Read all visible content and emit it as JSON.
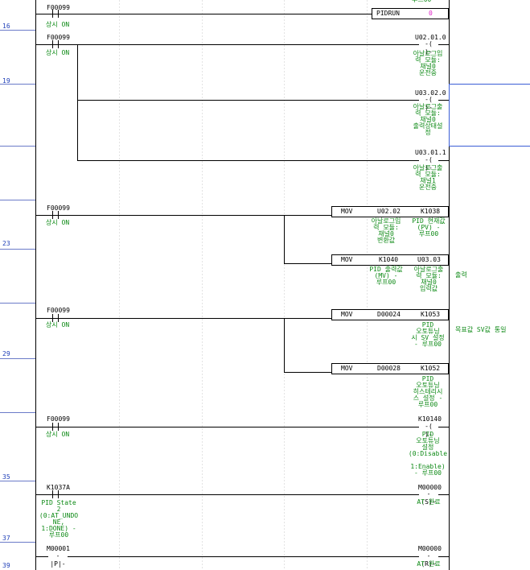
{
  "ladder": {
    "line_numbers": [
      "16",
      "19",
      "23",
      "29",
      "35",
      "37",
      "39"
    ],
    "rung16": {
      "contact": "F00099",
      "contact_comment": "상시 ON",
      "box_label": "PIDRUN",
      "box_value": "0"
    },
    "rung19": {
      "contact": "F00099",
      "contact_comment": "상시 ON",
      "coil1": {
        "device": "U02.01.0",
        "comment": "아날로그입\n력 모듈:\n채널0\n운전중"
      },
      "coil2": {
        "device": "U03.02.0",
        "comment": "아날로그출\n력 모듈:\n채널0\n출력상태설\n정"
      },
      "coil3": {
        "device": "U03.01.1",
        "comment": "아날로그출\n력 모듈:\n채널1\n운전중"
      }
    },
    "rung23": {
      "contact": "F00099",
      "contact_comment": "상시 ON",
      "mov1": {
        "op": "MOV",
        "src": "U02.02",
        "dst": "K1038",
        "src_comment": "아날로그입\n력 모듈:\n채널0\n변환값",
        "dst_comment": "PID 현재값\n(PV) -\n루프00"
      },
      "mov2": {
        "op": "MOV",
        "src": "K1040",
        "dst": "U03.03",
        "src_comment": "PID 출력값\n(MV) -\n루프00",
        "dst_comment": "아날로그출\n력 모듈:\n채널0\n입력값"
      },
      "side_comment": "출력"
    },
    "rung29": {
      "contact": "F00099",
      "contact_comment": "상시 ON",
      "mov1": {
        "op": "MOV",
        "src": "D00024",
        "dst": "K1053",
        "dst_comment": "PID\n오토튜닝\n시 SV 설정\n- 루프00"
      },
      "mov2": {
        "op": "MOV",
        "src": "D00028",
        "dst": "K1052",
        "dst_comment": "PID\n오토튜닝\n히스테리시\n스 설정 -\n루프00"
      },
      "side_comment": "목표값 SV값 통일"
    },
    "rung35": {
      "contact": "F00099",
      "contact_comment": "상시 ON",
      "coil": {
        "device": "K10140",
        "comment": "PID\n오토튜닝\n설정\n(0:Disable\n\n1:Enable)\n- 루프00"
      }
    },
    "rung37": {
      "contact": "K1037A",
      "contact_comment": "PID State\n2\n(0:AT_UNDO\nNE,\n1:DONE) -\n루프00",
      "coil": {
        "device": "M00000",
        "symbol": "-(S)-",
        "comment": "AT 완료"
      }
    },
    "rung39": {
      "contact": "M00001",
      "contact_symbol": "-|P|-",
      "coil": {
        "device": "M00000",
        "symbol": "-(R)-",
        "comment": "AT 완료"
      }
    },
    "colors": {
      "line_number": "#1f3fb8",
      "comment": "#0e8a16",
      "link_line": "#3b5ed6"
    }
  }
}
